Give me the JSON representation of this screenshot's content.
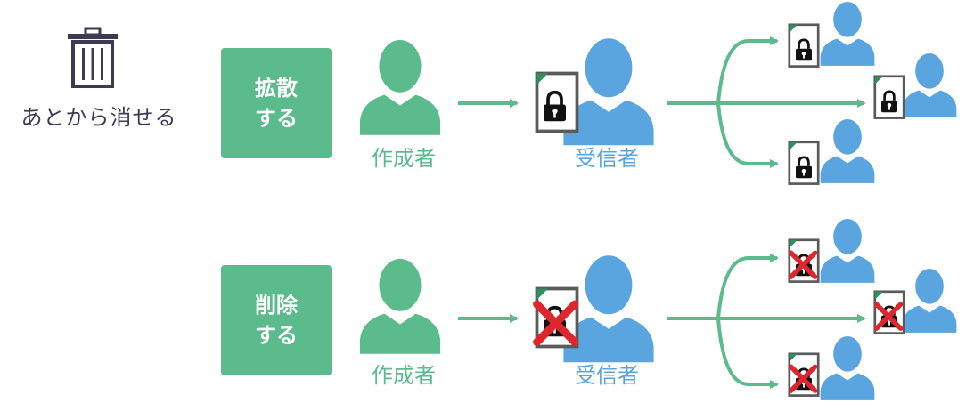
{
  "trash": {
    "icon": "trash-icon",
    "caption": "あとから消せる"
  },
  "actions": {
    "spread": {
      "line1": "拡散",
      "line2": "する"
    },
    "delete": {
      "line1": "削除",
      "line2": "する"
    }
  },
  "roles": {
    "creator": "作成者",
    "receiver": "受信者"
  },
  "colors": {
    "green": "#5bbb8c",
    "blue": "#5aa5df",
    "dark": "#3e3a55",
    "red": "#e0262d"
  }
}
